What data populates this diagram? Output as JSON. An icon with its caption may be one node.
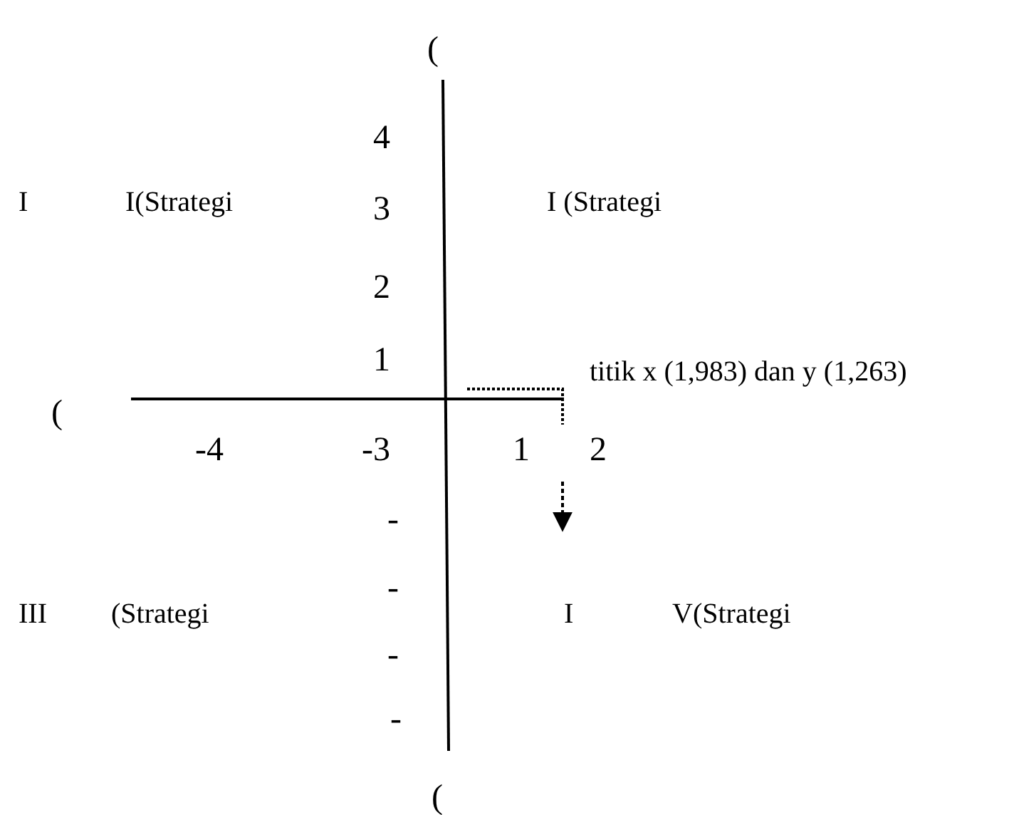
{
  "diagram": {
    "labels": [
      "(",
      "4",
      "I",
      "I(Strategi",
      "3",
      "I (Strategi",
      "2",
      "1",
      "titik x (1,983) dan y (1,263)",
      "(",
      "-4",
      "-3",
      "1",
      "2",
      "-",
      "-",
      "III",
      "(Strategi",
      "I",
      "V(Strategi",
      "-",
      "-",
      "("
    ]
  }
}
